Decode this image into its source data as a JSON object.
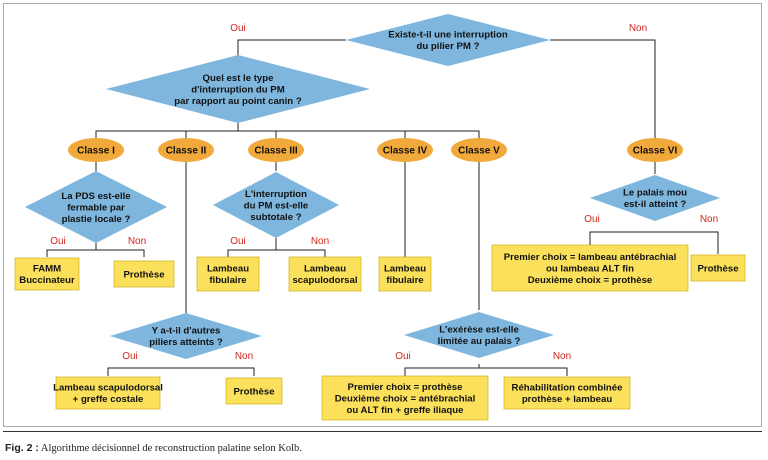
{
  "diagram": {
    "questions": {
      "q_root": "Existe-t-il une interruption|du pilier PM ?",
      "q_type": "Quel est le type|d'interruption du PM|par rapport au point canin ?",
      "q_pds": "La PDS est-elle|fermable par|plastie locale ?",
      "q_subtotale": "L'interruption|du PM est-elle|subtotale ?",
      "q_piliers": "Y a-t-il d'autres|piliers atteints ?",
      "q_exerese": "L'exérèse est-elle|limitée au palais ?",
      "q_palais": "Le palais mou|est-il atteint ?"
    },
    "classes": {
      "c1": "Classe I",
      "c2": "Classe II",
      "c3": "Classe III",
      "c4": "Classe IV",
      "c5": "Classe V",
      "c6": "Classe VI"
    },
    "boxes": {
      "b_famm": "FAMM|Buccinateur",
      "b_prot1": "Prothèse",
      "b_fib1": "Lambeau|fibulaire",
      "b_scap1": "Lambeau|scapulodorsal",
      "b_fib2": "Lambeau|fibulaire",
      "b_scap2": "Lambeau scapulodorsal|+ greffe costale",
      "b_prot2": "Prothèse",
      "b_premier1": "Premier choix = prothèse|Deuxième choix = antébrachial|ou ALT fin + greffe iliaque",
      "b_rehab": "Réhabilitation combinée|prothèse + lambeau",
      "b_premier2": "Premier choix = lambeau antébrachial|ou lambeau ALT fin|Deuxième choix = prothèse",
      "b_prot3": "Prothèse"
    },
    "labels": {
      "oui": "Oui",
      "non": "Non"
    }
  },
  "caption": {
    "label": "Fig. 2 :",
    "text": "Algorithme décisionnel de reconstruction palatine selon Kolb."
  },
  "colors": {
    "diamond": "#7eb6dd",
    "oval": "#f2a93b",
    "box": "#fbe05b",
    "box_border": "#c9a500",
    "line": "#222222",
    "yes_no_text": "#d0271c"
  }
}
